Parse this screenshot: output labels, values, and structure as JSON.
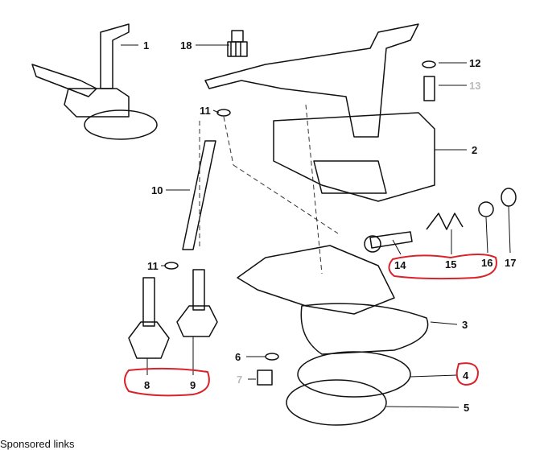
{
  "diagram": {
    "part_labels": {
      "p1": "1",
      "p18": "18",
      "p12": "12",
      "p13": "13",
      "p2": "2",
      "p11a": "11",
      "p10": "10",
      "p11b": "11",
      "p14": "14",
      "p15": "15",
      "p16": "16",
      "p17": "17",
      "p3": "3",
      "p6": "6",
      "p7": "7",
      "p4": "4",
      "p5": "5",
      "p8": "8",
      "p9": "9"
    },
    "highlight_color": "#d9232a"
  },
  "footer": {
    "sponsored": "Sponsored links"
  }
}
